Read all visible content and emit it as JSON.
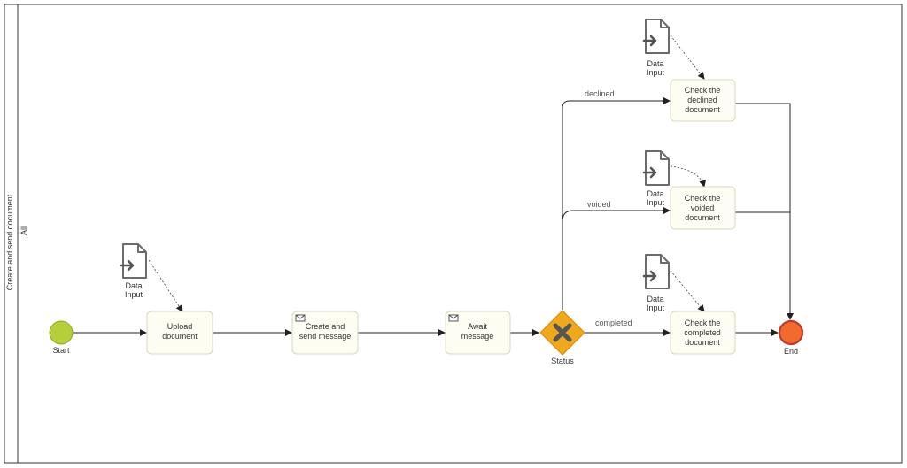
{
  "pool": {
    "name": "Create and send document",
    "lane": "All"
  },
  "events": {
    "start": {
      "label": "Start",
      "color": "#b5cf3a"
    },
    "end": {
      "label": "End",
      "color": "#f26b2e"
    }
  },
  "tasks": {
    "upload": {
      "lines": [
        "Upload",
        "document"
      ]
    },
    "create_send": {
      "lines": [
        "Create and",
        "send message"
      ],
      "icon": "envelope-icon"
    },
    "await": {
      "lines": [
        "Await",
        "message"
      ],
      "icon": "envelope-icon"
    },
    "check_declined": {
      "lines": [
        "Check the",
        "declined",
        "document"
      ]
    },
    "check_voided": {
      "lines": [
        "Check the",
        "voided",
        "document"
      ]
    },
    "check_completed": {
      "lines": [
        "Check the",
        "completed",
        "document"
      ]
    }
  },
  "gateway": {
    "label": "Status",
    "color": "#f0a81c",
    "icon": "exclusive-x-icon"
  },
  "data_inputs": {
    "label_lines": [
      "Data",
      "Input"
    ],
    "icon": "data-input-icon"
  },
  "flows": {
    "declined": "declined",
    "voided": "voided",
    "completed": "completed"
  },
  "colors": {
    "task_fill": "#fdfdf3",
    "task_stroke": "#d8d8c0",
    "line": "#222222"
  }
}
